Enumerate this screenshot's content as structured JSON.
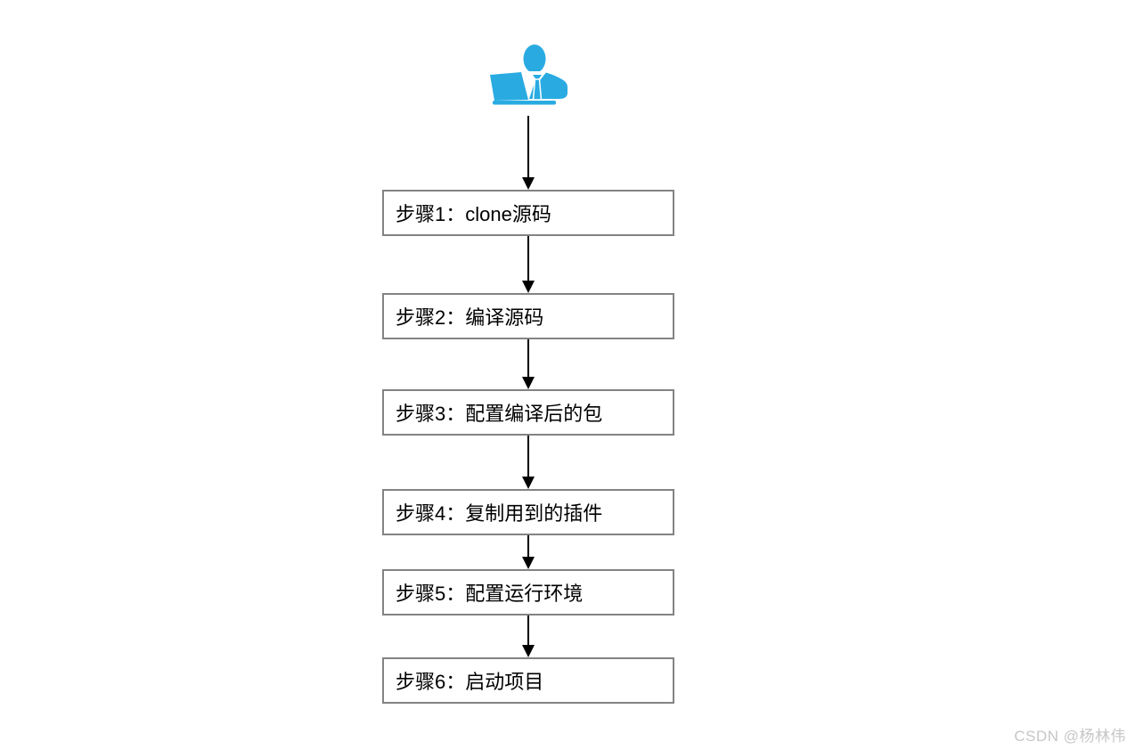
{
  "colors": {
    "accent": "#29ABE2",
    "box-border": "#838383",
    "arrow": "#000000",
    "text": "#000000",
    "watermark": "#c6c6c6",
    "bg": "#ffffff"
  },
  "icon": {
    "name": "person-at-laptop-icon"
  },
  "flow": {
    "steps": [
      {
        "label": "步骤1：clone源码"
      },
      {
        "label": "步骤2：编译源码"
      },
      {
        "label": "步骤3：配置编译后的包"
      },
      {
        "label": "步骤4：复制用到的插件"
      },
      {
        "label": "步骤5：配置运行环境"
      },
      {
        "label": "步骤6：启动项目"
      }
    ]
  },
  "watermark": {
    "text": "CSDN @杨林伟"
  }
}
